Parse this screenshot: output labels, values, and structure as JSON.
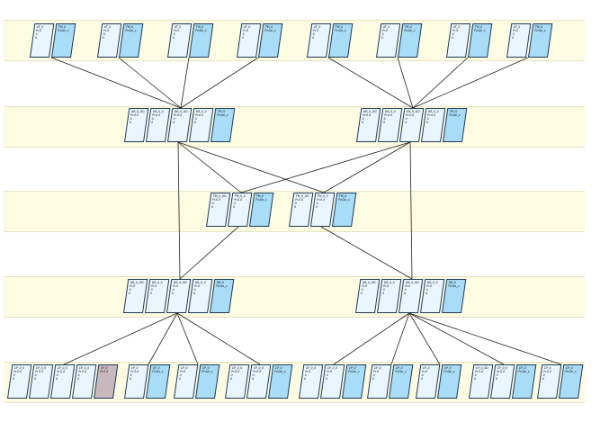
{
  "tiers": [
    {
      "id": "tier-0",
      "nodes": [
        {
          "cells": [
            {
              "lines": [
                "AT_0",
                "Pr.0",
                "0",
                "0"
              ]
            },
            {
              "lines": [
                "TM_0",
                "Finish_s"
              ],
              "style": "dark"
            }
          ]
        },
        {
          "cells": [
            {
              "lines": [
                "AT_0",
                "Pr.0",
                "0",
                "0"
              ]
            },
            {
              "lines": [
                "TM_0",
                "Finish_s"
              ],
              "style": "dark"
            }
          ]
        },
        {
          "cells": [
            {
              "lines": [
                "AT_0",
                "Pr.0",
                "0",
                "0"
              ]
            },
            {
              "lines": [
                "TM_0",
                "Finish_s"
              ],
              "style": "dark"
            }
          ]
        },
        {
          "cells": [
            {
              "lines": [
                "AT_0",
                "Pr.0",
                "0",
                "0"
              ]
            },
            {
              "lines": [
                "TM_0",
                "Finish_s"
              ],
              "style": "dark"
            }
          ]
        },
        {
          "cells": [
            {
              "lines": [
                "AT_0",
                "Pr.0",
                "0",
                "0"
              ]
            },
            {
              "lines": [
                "TM_0",
                "Finish_s"
              ],
              "style": "dark"
            }
          ]
        },
        {
          "cells": [
            {
              "lines": [
                "AT_0",
                "Pr.0",
                "0",
                "0"
              ]
            },
            {
              "lines": [
                "TM_0",
                "Finish_s"
              ],
              "style": "dark"
            }
          ]
        },
        {
          "cells": [
            {
              "lines": [
                "AT_0",
                "Pr.0",
                "0",
                "0"
              ]
            },
            {
              "lines": [
                "TM_0",
                "Finish_s"
              ],
              "style": "dark"
            }
          ]
        },
        {
          "cells": [
            {
              "lines": [
                "AT_0",
                "Pr.0",
                "0",
                "0"
              ]
            },
            {
              "lines": [
                "TM_0",
                "Finish_s"
              ],
              "style": "dark"
            }
          ]
        }
      ]
    },
    {
      "id": "tier-1",
      "nodes": [
        {
          "cells": [
            {
              "lines": [
                "DB_0_OD",
                "Pr.0.0",
                "0",
                "0"
              ]
            },
            {
              "lines": [
                "DB_0_0",
                "Pr.0.0",
                "0",
                "0"
              ]
            },
            {
              "lines": [
                "DB_0_OD",
                "Pr.0.0",
                "0",
                "0"
              ]
            },
            {
              "lines": [
                "DB_0_0",
                "Pr.0.0",
                "0",
                "0"
              ]
            },
            {
              "lines": [
                "TM_0",
                "Finish_s"
              ],
              "style": "dark"
            }
          ]
        },
        {
          "cells": [
            {
              "lines": [
                "DB_0_OD",
                "Pr.0.0",
                "0",
                "0"
              ]
            },
            {
              "lines": [
                "DB_0_0",
                "Pr.0.0",
                "0",
                "0"
              ]
            },
            {
              "lines": [
                "DB_0_OD",
                "Pr.0.0",
                "0",
                "0"
              ]
            },
            {
              "lines": [
                "DB_0_0",
                "Pr.0.0",
                "0",
                "0"
              ]
            },
            {
              "lines": [
                "TM_0",
                "Finish_s"
              ],
              "style": "dark"
            }
          ]
        }
      ]
    },
    {
      "id": "tier-2",
      "nodes": [
        {
          "cells": [
            {
              "lines": [
                "TM_0_OD",
                "Pr.0.0",
                "0",
                "0"
              ]
            },
            {
              "lines": [
                "TM_0_0",
                "Pr.0.0",
                "0",
                "0"
              ]
            },
            {
              "lines": [
                "TM_0",
                "Finish_s"
              ],
              "style": "dark"
            }
          ]
        },
        {
          "cells": [
            {
              "lines": [
                "TM_0_OD",
                "Pr.0.0",
                "0",
                "0"
              ]
            },
            {
              "lines": [
                "TM_0_0",
                "Pr.0.0",
                "0",
                "0"
              ]
            },
            {
              "lines": [
                "TM_0",
                "Finish_s"
              ],
              "style": "dark"
            }
          ]
        }
      ]
    },
    {
      "id": "tier-3",
      "nodes": [
        {
          "cells": [
            {
              "lines": [
                "DB_0_OD",
                "Pr.0",
                "0",
                "0"
              ]
            },
            {
              "lines": [
                "DB_0_0",
                "Pr.0",
                "0",
                "0"
              ]
            },
            {
              "lines": [
                "DB_0_OD",
                "Pr.0",
                "0",
                "0"
              ]
            },
            {
              "lines": [
                "DB_0_0",
                "Pr.0",
                "0",
                "0"
              ]
            },
            {
              "lines": [
                "DB_0",
                "Finish_s"
              ],
              "style": "dark"
            }
          ]
        },
        {
          "cells": [
            {
              "lines": [
                "DB_0_OD",
                "Pr.0",
                "0",
                "0"
              ]
            },
            {
              "lines": [
                "DB_0_0",
                "Pr.0",
                "0",
                "0"
              ]
            },
            {
              "lines": [
                "DB_0_OD",
                "Pr.0",
                "0",
                "0"
              ]
            },
            {
              "lines": [
                "DB_0_0",
                "Pr.0",
                "0",
                "0"
              ]
            },
            {
              "lines": [
                "DB_0",
                "Finish_s"
              ],
              "style": "dark"
            }
          ]
        }
      ]
    },
    {
      "id": "tier-4",
      "nodes": [
        {
          "cells": [
            {
              "lines": [
                "CP_0_0",
                "Pr.0.0",
                "0",
                "0"
              ]
            },
            {
              "lines": [
                "CP_0_0",
                "Pr.0.0",
                "0",
                "0"
              ]
            },
            {
              "lines": [
                "CP_0_0",
                "Pr.0.0",
                "0",
                "0"
              ]
            },
            {
              "lines": [
                "CP_0_0",
                "Pr.0.0",
                "0",
                "0"
              ]
            },
            {
              "lines": [
                "CP_0",
                "Pr.0.0"
              ],
              "style": "gray"
            }
          ]
        },
        {
          "cells": [
            {
              "lines": [
                "CP_0",
                "Pr.0.0",
                "0",
                "0"
              ]
            },
            {
              "lines": [
                "CP_0",
                "Finish_s"
              ],
              "style": "dark"
            }
          ]
        },
        {
          "cells": [
            {
              "lines": [
                "CP_0",
                "Pr.0",
                "0",
                "0"
              ]
            },
            {
              "lines": [
                "CP_0",
                "Finish_s"
              ],
              "style": "dark"
            }
          ]
        },
        {
          "cells": [
            {
              "lines": [
                "CP_0_0",
                "Pr.0.0",
                "0",
                "0"
              ]
            },
            {
              "lines": [
                "CP_0_0",
                "Pr.0.0",
                "0",
                "0"
              ]
            },
            {
              "lines": [
                "CP_0",
                "Finish_s"
              ],
              "style": "dark"
            }
          ]
        },
        {
          "cells": [
            {
              "lines": [
                "CP_0_0",
                "Pr.0",
                "0",
                "0"
              ]
            },
            {
              "lines": [
                "CP_0_0",
                "Pr.0",
                "0",
                "0"
              ]
            },
            {
              "lines": [
                "CP_0",
                "Finish_s"
              ],
              "style": "dark"
            }
          ]
        },
        {
          "cells": [
            {
              "lines": [
                "CP_0",
                "Pr.0",
                "0",
                "0"
              ]
            },
            {
              "lines": [
                "CP_0",
                "Finish_s"
              ],
              "style": "dark"
            }
          ]
        },
        {
          "cells": [
            {
              "lines": [
                "CP_0",
                "Pr.0",
                "0",
                "0"
              ]
            },
            {
              "lines": [
                "CP_0",
                "Finish_s"
              ],
              "style": "dark"
            }
          ]
        },
        {
          "cells": [
            {
              "lines": [
                "CP_0_0D",
                "Pr.0.0",
                "0",
                "0"
              ]
            },
            {
              "lines": [
                "CP_0_0",
                "Pr.0.0",
                "0",
                "0"
              ]
            },
            {
              "lines": [
                "CP_0",
                "Finish_s"
              ],
              "style": "dark"
            }
          ]
        },
        {
          "cells": [
            {
              "lines": [
                "CP_0",
                "Pr.0.0",
                "0",
                "0"
              ]
            },
            {
              "lines": [
                "CP_0",
                "Finish_s"
              ],
              "style": "dark"
            }
          ]
        }
      ]
    }
  ],
  "links": [
    [
      0,
      0,
      1,
      0
    ],
    [
      0,
      1,
      1,
      0
    ],
    [
      0,
      2,
      1,
      0
    ],
    [
      0,
      3,
      1,
      0
    ],
    [
      0,
      4,
      1,
      1
    ],
    [
      0,
      5,
      1,
      1
    ],
    [
      0,
      6,
      1,
      1
    ],
    [
      0,
      7,
      1,
      1
    ],
    [
      1,
      0,
      2,
      0
    ],
    [
      1,
      0,
      2,
      1
    ],
    [
      1,
      1,
      2,
      0
    ],
    [
      1,
      1,
      2,
      1
    ],
    [
      1,
      0,
      3,
      0
    ],
    [
      1,
      1,
      3,
      1
    ],
    [
      2,
      0,
      3,
      0
    ],
    [
      2,
      1,
      3,
      1
    ],
    [
      3,
      0,
      4,
      0
    ],
    [
      3,
      0,
      4,
      1
    ],
    [
      3,
      0,
      4,
      2
    ],
    [
      3,
      0,
      4,
      3
    ],
    [
      3,
      1,
      4,
      4
    ],
    [
      3,
      1,
      4,
      5
    ],
    [
      3,
      1,
      4,
      6
    ],
    [
      3,
      1,
      4,
      7
    ],
    [
      3,
      1,
      4,
      8
    ]
  ],
  "colors": {
    "band": "#fdfbe2",
    "cell": "#eaf6ff",
    "cell_dark": "#a9dcf6",
    "cell_gray": "#c8b9be",
    "border": "#1f3b57",
    "line": "#222222"
  }
}
